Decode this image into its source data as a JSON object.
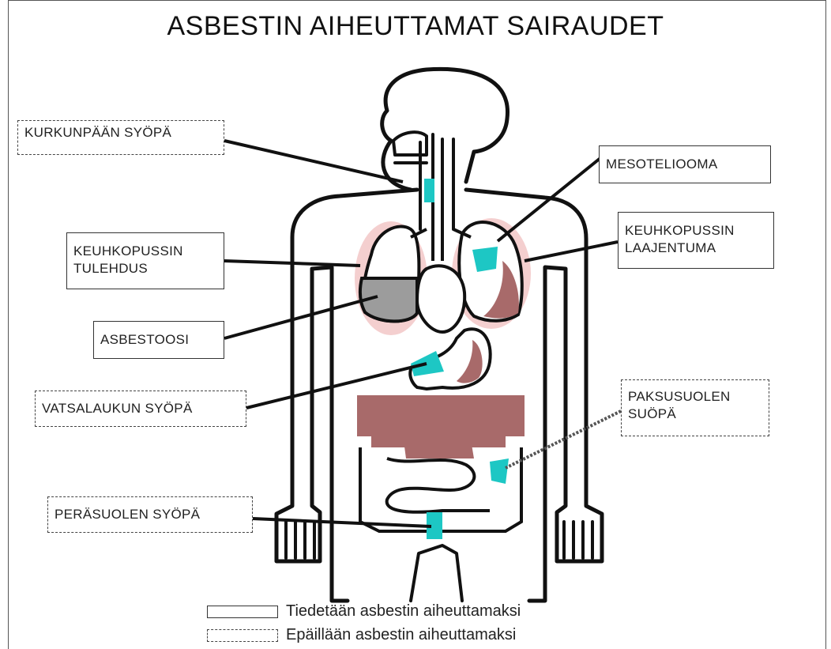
{
  "title": "ASBESTIN AIHEUTTAMAT SAIRAUDET",
  "labels": {
    "kurkunpaan_syopa": "KURKUNPÄÄN SYÖPÄ",
    "mesotelioma": "MESOTELIOOMA",
    "keuhkopussin_tulehdus": [
      "KEUHKOPUSSIN",
      "TULEHDUS"
    ],
    "keuhkopussin_laajentuma": [
      "KEUHKOPUSSIN",
      "LAAJENTUMA"
    ],
    "asbestoosi": "ASBESTOOSI",
    "vatsalaukun_syopa": "VATSALAUKUN SYÖPÄ",
    "paksusuolen_syopa": [
      "PAKSUSUOLEN",
      "SUÖPÄ"
    ],
    "perasuolen_syopa": "PERÄSUOLEN SYÖPÄ"
  },
  "legend": {
    "known": "Tiedetään asbestin aiheuttamaksi",
    "suspected": "Epäillään asbestin aiheuttamaksi"
  },
  "colors": {
    "cancer_site": "#1dc7c4",
    "affected_tissue": "#a86a6a",
    "asbestosis": "#9c9c9c",
    "pleura_glow": "#f4cfcf",
    "outline": "#111111"
  }
}
